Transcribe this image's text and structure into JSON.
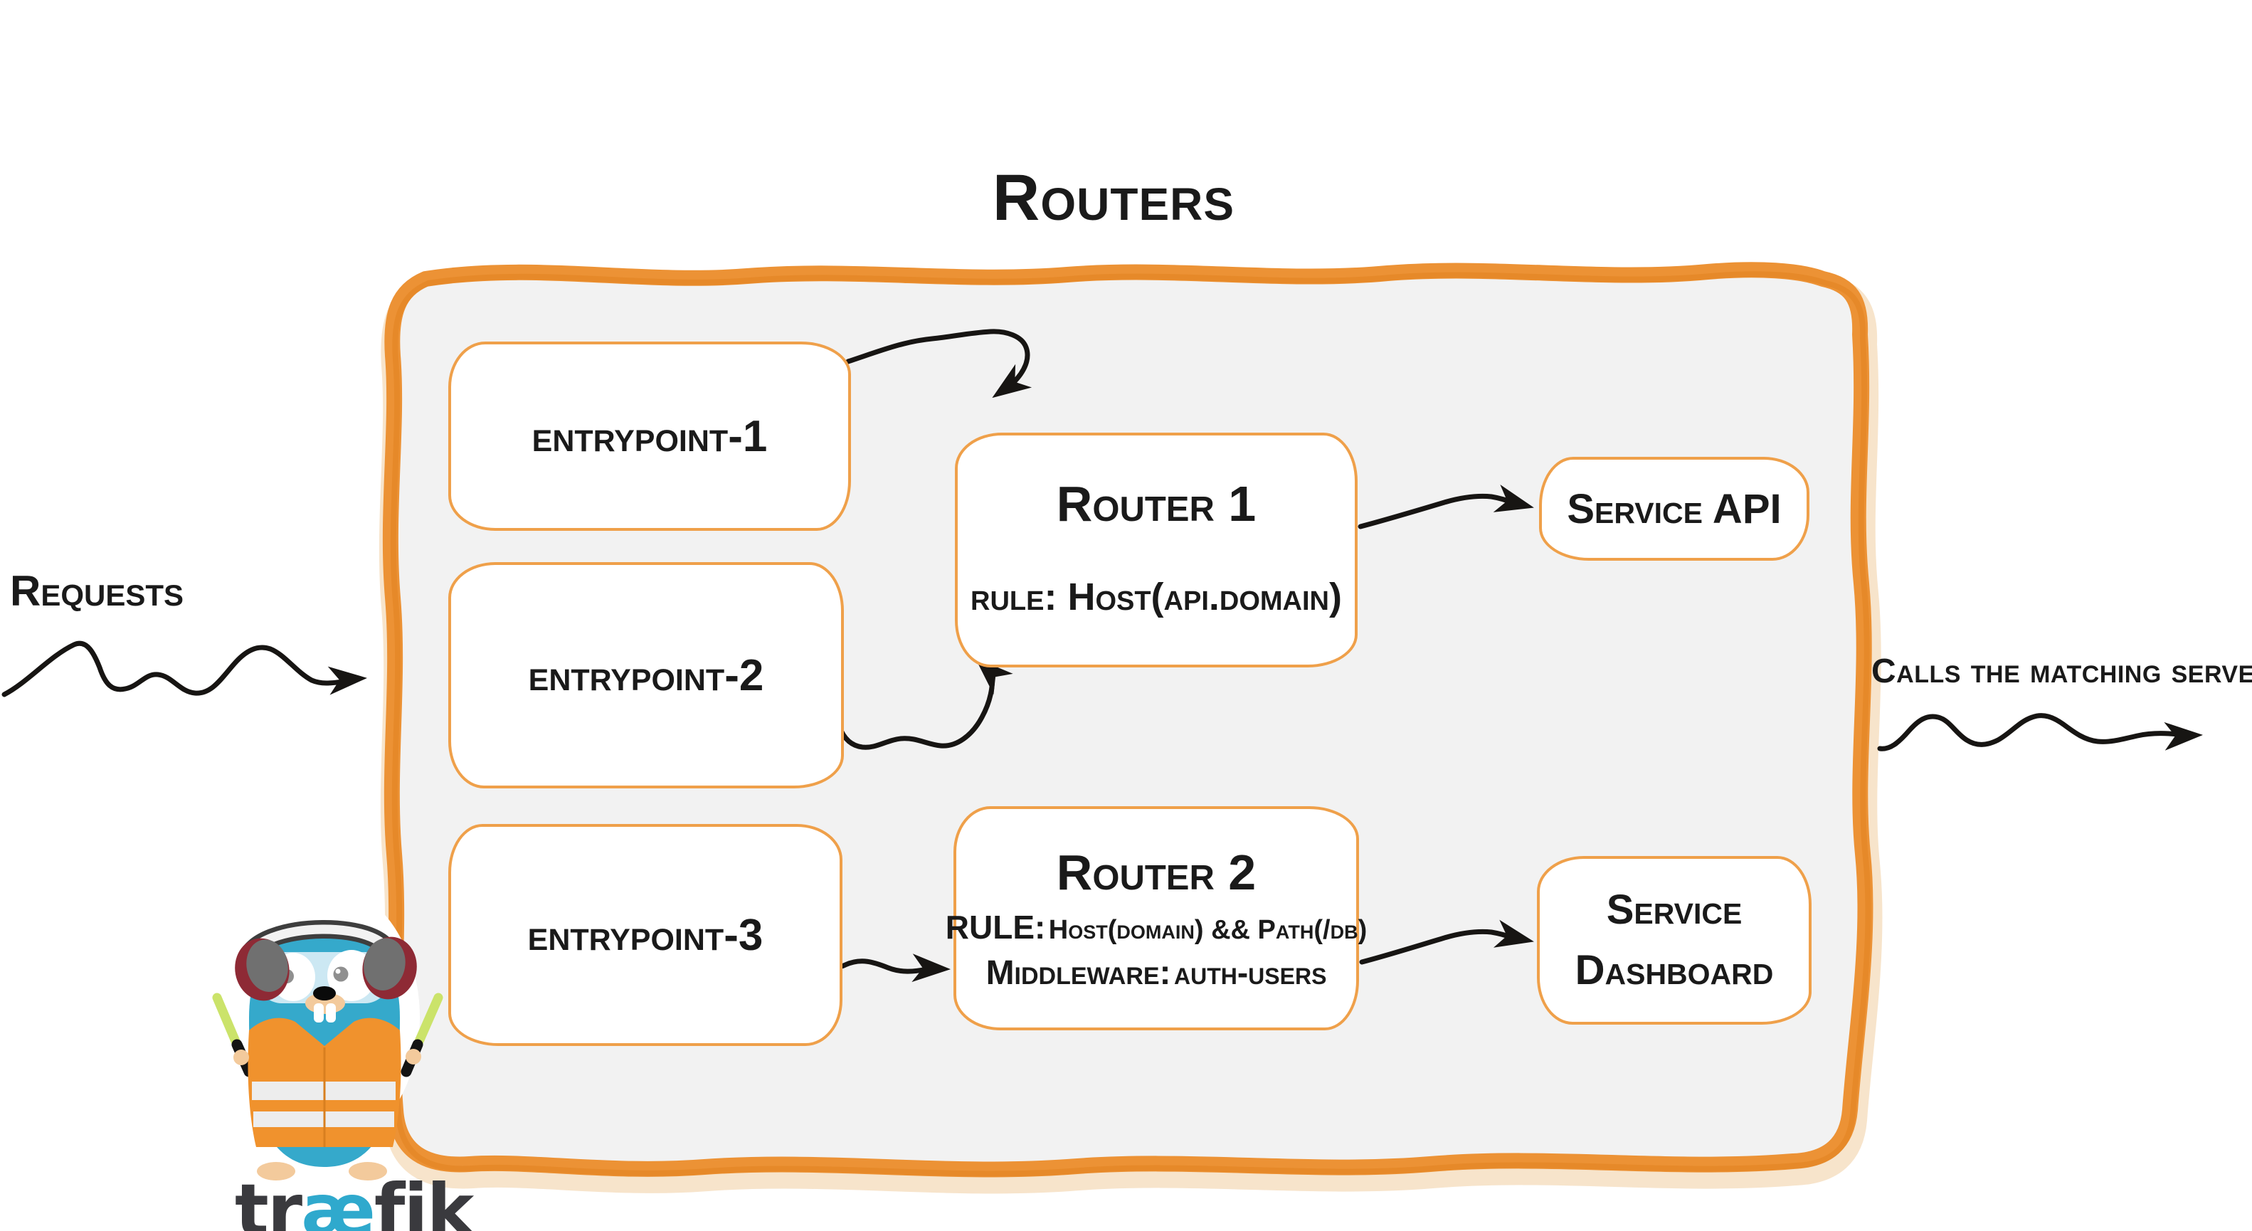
{
  "title": "Routers",
  "labels": {
    "requests": "Requests",
    "calls": "Calls the matching server"
  },
  "entrypoints": [
    {
      "label": "entrypoint-1"
    },
    {
      "label": "entrypoint-2"
    },
    {
      "label": "entrypoint-3"
    }
  ],
  "routers": [
    {
      "name": "Router 1",
      "rule": "rule: Host(api.domain)"
    },
    {
      "name": "Router 2",
      "rule_label": "RULE:",
      "rule": "Host(domain) && Path(/db)",
      "middleware_label": "Middleware:",
      "middleware": "auth-users"
    }
  ],
  "services": [
    {
      "name": "Service API"
    },
    {
      "name": "Service Dashboard"
    }
  ],
  "logo": {
    "part1": "tr",
    "part2": "æ",
    "part3": "fik"
  },
  "icons": {
    "requests_arrow": "squiggly-arrow-right",
    "entrypoint1_to_router1_arrow": "squiggly-arrow-curved",
    "entrypoint2_to_router1_arrow": "squiggly-arrow-curved",
    "entrypoint3_to_router2_arrow": "squiggly-arrow-right",
    "router1_to_service_api_arrow": "squiggly-arrow-right",
    "router2_to_service_dashboard_arrow": "squiggly-arrow-right",
    "calls_arrow": "squiggly-arrow-right",
    "mascot": "traefik-gopher-mascot"
  },
  "colors": {
    "frame_stroke": "#ec9235",
    "frame_fill": "#f2f2f2",
    "box_border": "#efa04a",
    "ink": "#1a1a1a",
    "brand_blue": "#2fa9cd",
    "brand_dark": "#3a3a3e",
    "gopher_body": "#35a9cb",
    "vest_orange": "#f0922d",
    "baton_green": "#cbe36a",
    "headphone_red": "#8e2a35"
  }
}
